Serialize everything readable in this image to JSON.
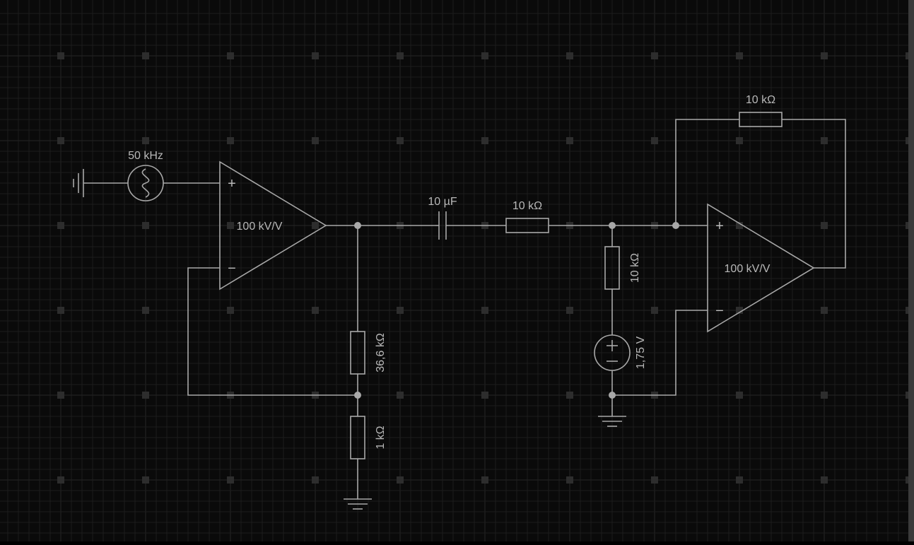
{
  "colors": {
    "background": "#0a0a0a",
    "grid_minor": "#1c1c1c",
    "grid_major": "#262626",
    "grid_dot": "#2d2d2d",
    "wire": "#a8a8a8",
    "label": "#b8b8b8"
  },
  "components": {
    "source_freq": "50 kHz",
    "opamp1_gain": "100 kV/V",
    "capacitor": "10 µF",
    "resistor_series": "10 kΩ",
    "resistor_feedback": "10 kΩ",
    "resistor_vertical": "10 kΩ",
    "resistor_upper_divider": "36,6 kΩ",
    "resistor_lower_divider": "1 kΩ",
    "dc_source": "1,75 V",
    "opamp2_gain": "100 kV/V"
  },
  "icons": {
    "ac_source": "sine-wave-icon",
    "ground": "ground-icon",
    "dc_source": "dc-voltage-source-icon"
  }
}
